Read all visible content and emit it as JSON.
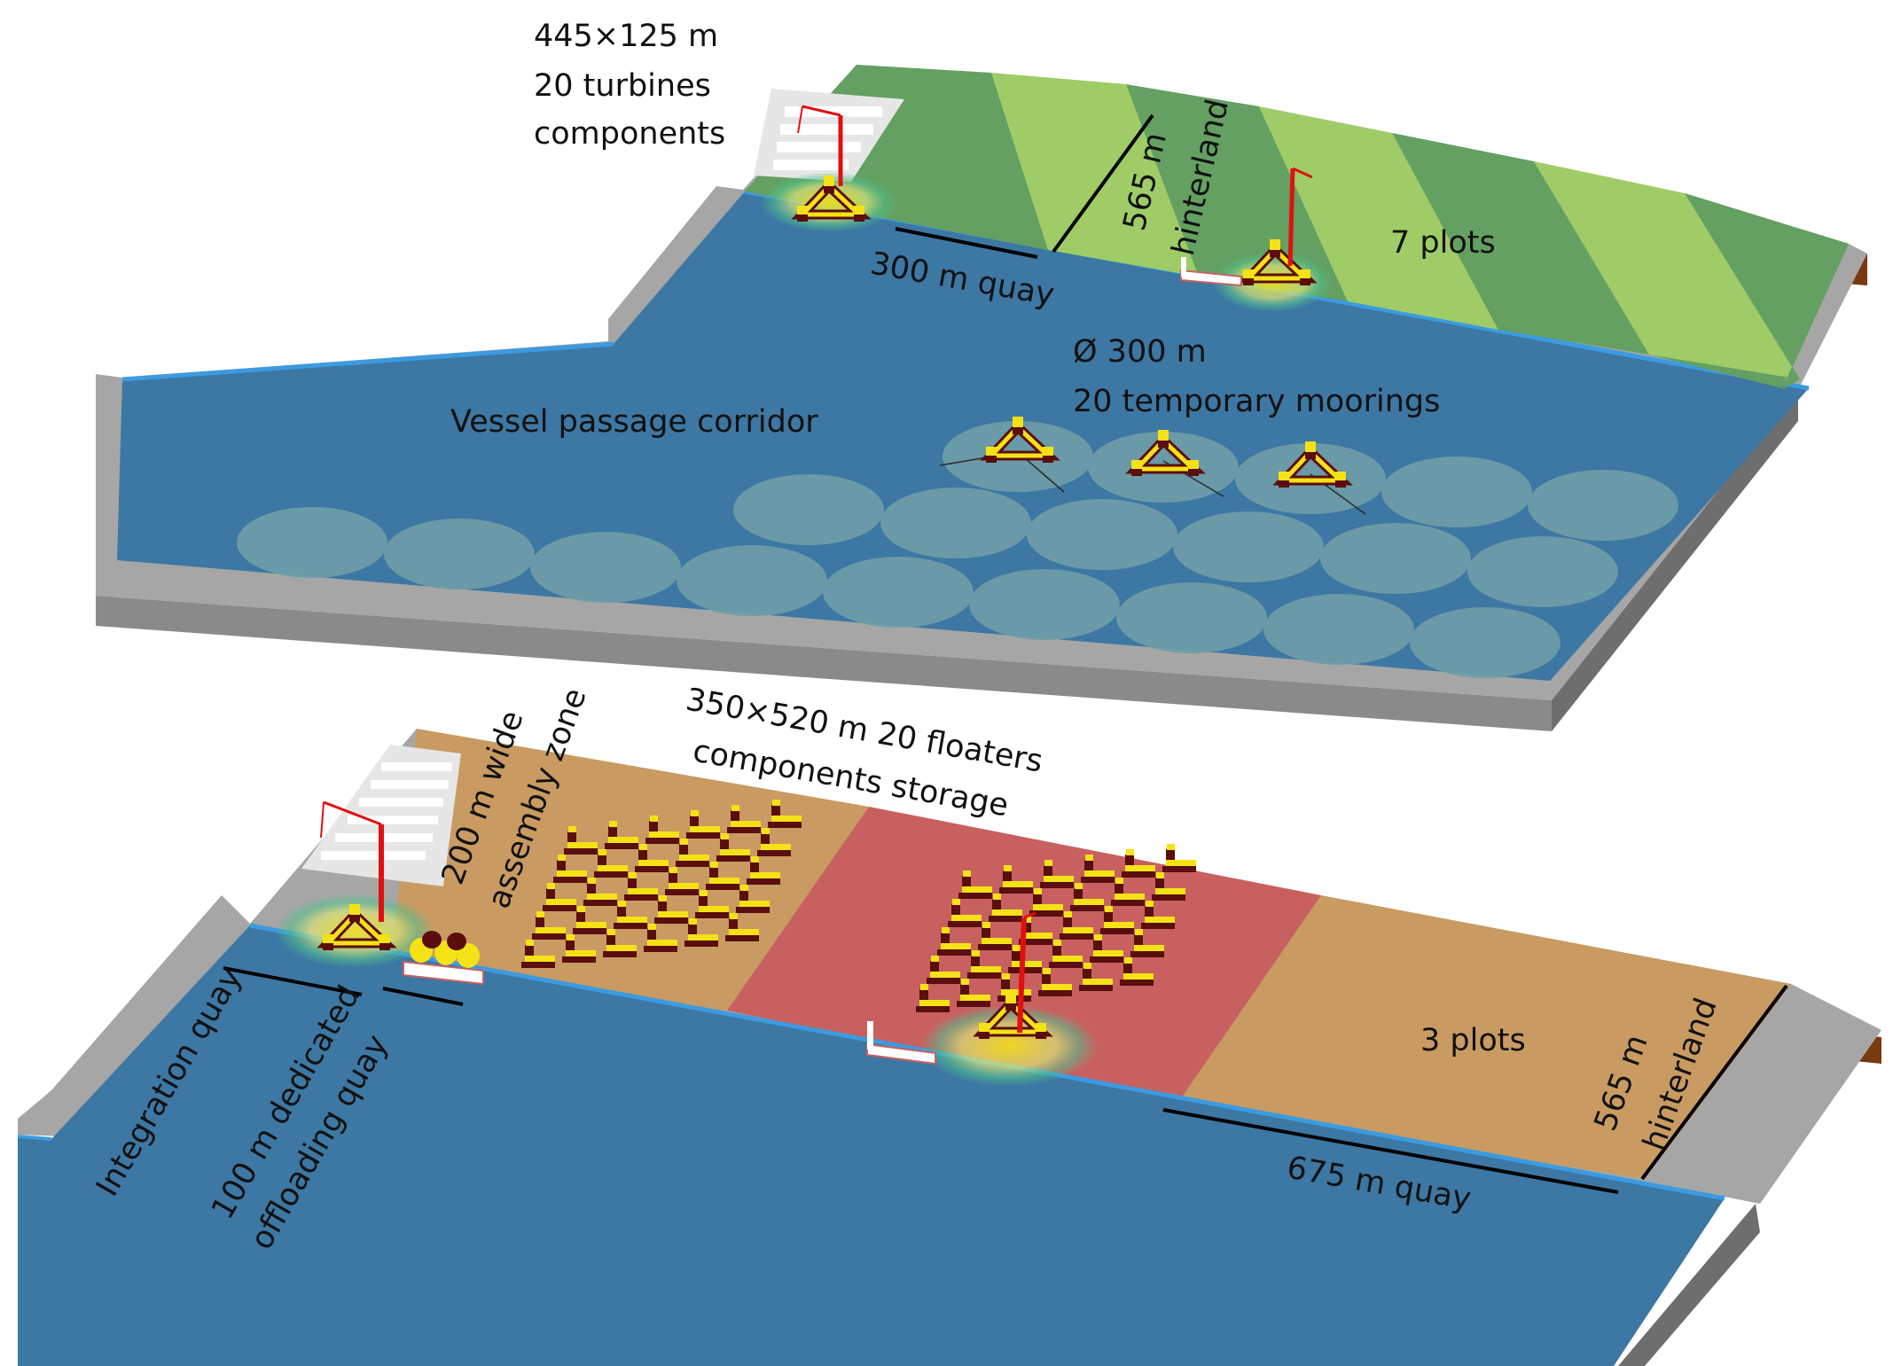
{
  "top_port": {
    "storage_label_lines": [
      "445×125 m",
      "20 turbines",
      "components"
    ],
    "quay_label": "300 m quay",
    "hinterland_label_lines": [
      "565 m",
      "hinterland"
    ],
    "plots_label": "7 plots",
    "moorings_label_lines": [
      "Ø 300 m",
      "20 temporary moorings"
    ],
    "corridor_label": "Vessel passage corridor"
  },
  "bottom_port": {
    "assembly_label_lines": [
      "200 m wide",
      "assembly zone"
    ],
    "floater_storage_label_lines": [
      "350×520 m 20 floaters",
      "components storage"
    ],
    "integration_quay_label": "Integration quay",
    "offloading_quay_label_lines": [
      "100 m dedicated",
      "offloading quay"
    ],
    "plots_label": "3 plots",
    "hinterland_label_lines": [
      "565 m",
      "hinterland"
    ],
    "quay_label": "675 m quay"
  },
  "colors": {
    "water": "#3d77a3",
    "quay_edge": "#3c9be0",
    "concrete_top": "#a6a6a6",
    "concrete_side": "#7f7f7f",
    "plot_dark_green": "#63a061",
    "plot_light_green": "#9fcc66",
    "plot_tan": "#c99b62",
    "plot_red": "#c96060",
    "mooring_circle": "#6f9ea8",
    "floater_yellow": "#f5e216",
    "floater_dark": "#5a0e0e",
    "crane_red": "#e01010"
  },
  "icons": [
    "crane-icon",
    "floater-icon",
    "turbine-storage-icon",
    "barge-icon"
  ]
}
